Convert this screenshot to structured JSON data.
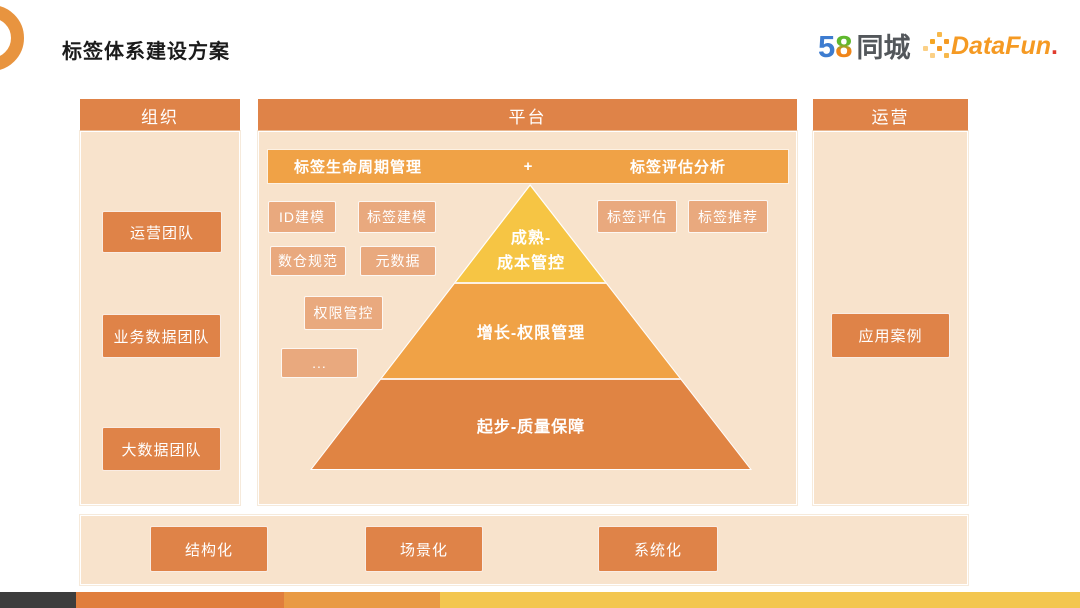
{
  "title": "标签体系建设方案",
  "logos": {
    "brand_number": "58",
    "brand_name": "同城",
    "partner_name": "DataFun",
    "partner_dot": "."
  },
  "org": {
    "header": "组织",
    "items": [
      "运营团队",
      "业务数据团队",
      "大数据团队"
    ]
  },
  "platform": {
    "header": "平台",
    "lifecycle_label": "标签生命周期管理",
    "plus": "+",
    "evaluation_label": "标签评估分析",
    "chips": [
      "ID建模",
      "标签建模",
      "数仓规范",
      "元数据",
      "权限管控",
      "..."
    ],
    "right_chips": [
      "标签评估",
      "标签推荐"
    ],
    "pyramid": {
      "top_line1": "成熟-",
      "top_line2": "成本管控",
      "middle": "增长-权限管理",
      "bottom": "起步-质量保障"
    }
  },
  "ops": {
    "header": "运营",
    "items": [
      "应用案例"
    ]
  },
  "bottom": {
    "items": [
      "结构化",
      "场景化",
      "系统化"
    ]
  },
  "colors": {
    "header_orange": "#DF8348",
    "panel_bg": "#F8E3CC",
    "chip_orange": "#E9A97E",
    "subbar_orange": "#F0A246",
    "pyramid_top": "#F6C544",
    "pyramid_middle": "#F0A246",
    "pyramid_bottom": "#E08443",
    "ring_orange": "#E8943F",
    "stripe_colors": [
      "#3D3D3D",
      "#E07E3D",
      "#E99A44",
      "#F3C64F"
    ]
  }
}
